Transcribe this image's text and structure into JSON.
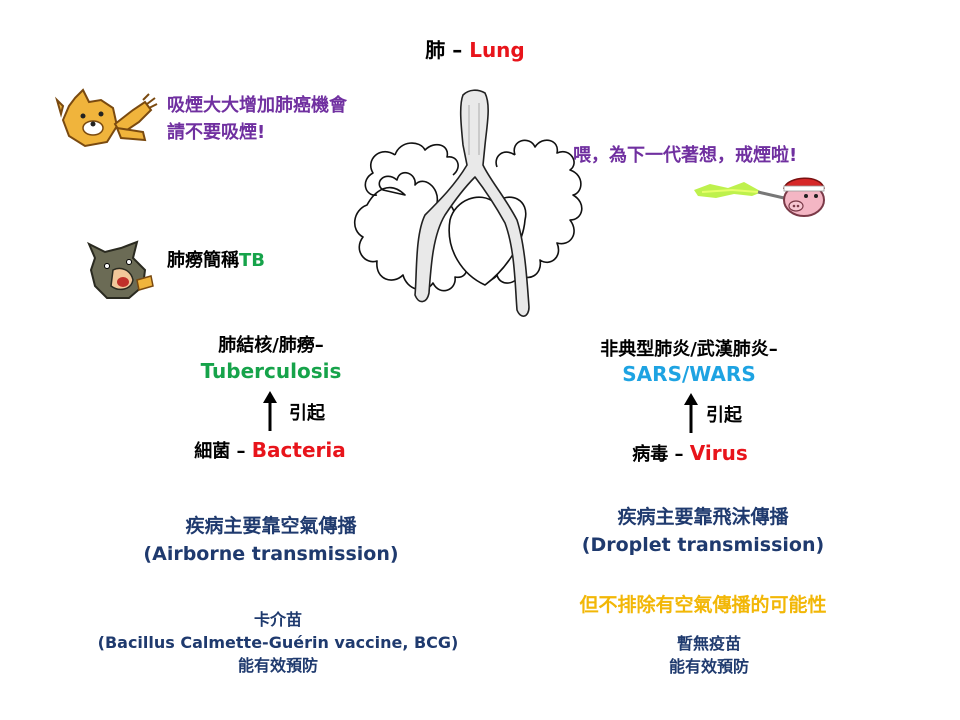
{
  "colors": {
    "black": "#000000",
    "red": "#e8141b",
    "green": "#16a34a",
    "cyan": "#1ea3e2",
    "purple": "#7030a0",
    "navy": "#1f3a6e",
    "gold": "#f2b707"
  },
  "title": {
    "zh": "肺 – ",
    "en": "Lung"
  },
  "speech": {
    "smoking_line1": "吸煙大大增加肺癌機會",
    "smoking_line2": "請不要吸煙!",
    "next_generation": "喂，為下一代著想，戒煙啦!",
    "tb_prefix": "肺癆簡稱",
    "tb_abbr": "TB"
  },
  "left": {
    "disease_zh": "肺結核/肺癆–",
    "disease_en": "Tuberculosis",
    "cause_label": "引起",
    "pathogen_zh": "細菌 – ",
    "pathogen_en": "Bacteria",
    "transmission_zh": "疾病主要靠空氣傳播",
    "transmission_en": "(Airborne transmission)",
    "vaccine_zh": "卡介苗",
    "vaccine_en": "(Bacillus Calmette-Guérin vaccine, BCG)",
    "vaccine_note": "能有效預防"
  },
  "right": {
    "disease_zh": "非典型肺炎/武漢肺炎–",
    "disease_en": "SARS/WARS",
    "cause_label": "引起",
    "pathogen_zh": "病毒 – ",
    "pathogen_en": "Virus",
    "transmission_zh": "疾病主要靠飛沫傳播",
    "transmission_en": "(Droplet transmission)",
    "caveat": "但不排除有空氣傳播的可能性",
    "vaccine_zh": "暫無疫苗",
    "vaccine_note": "能有效預防"
  },
  "icons": [
    "smoking-dog-icon",
    "coughing-dog-icon",
    "pig-smoking-icon",
    "lung-drawing-icon"
  ]
}
